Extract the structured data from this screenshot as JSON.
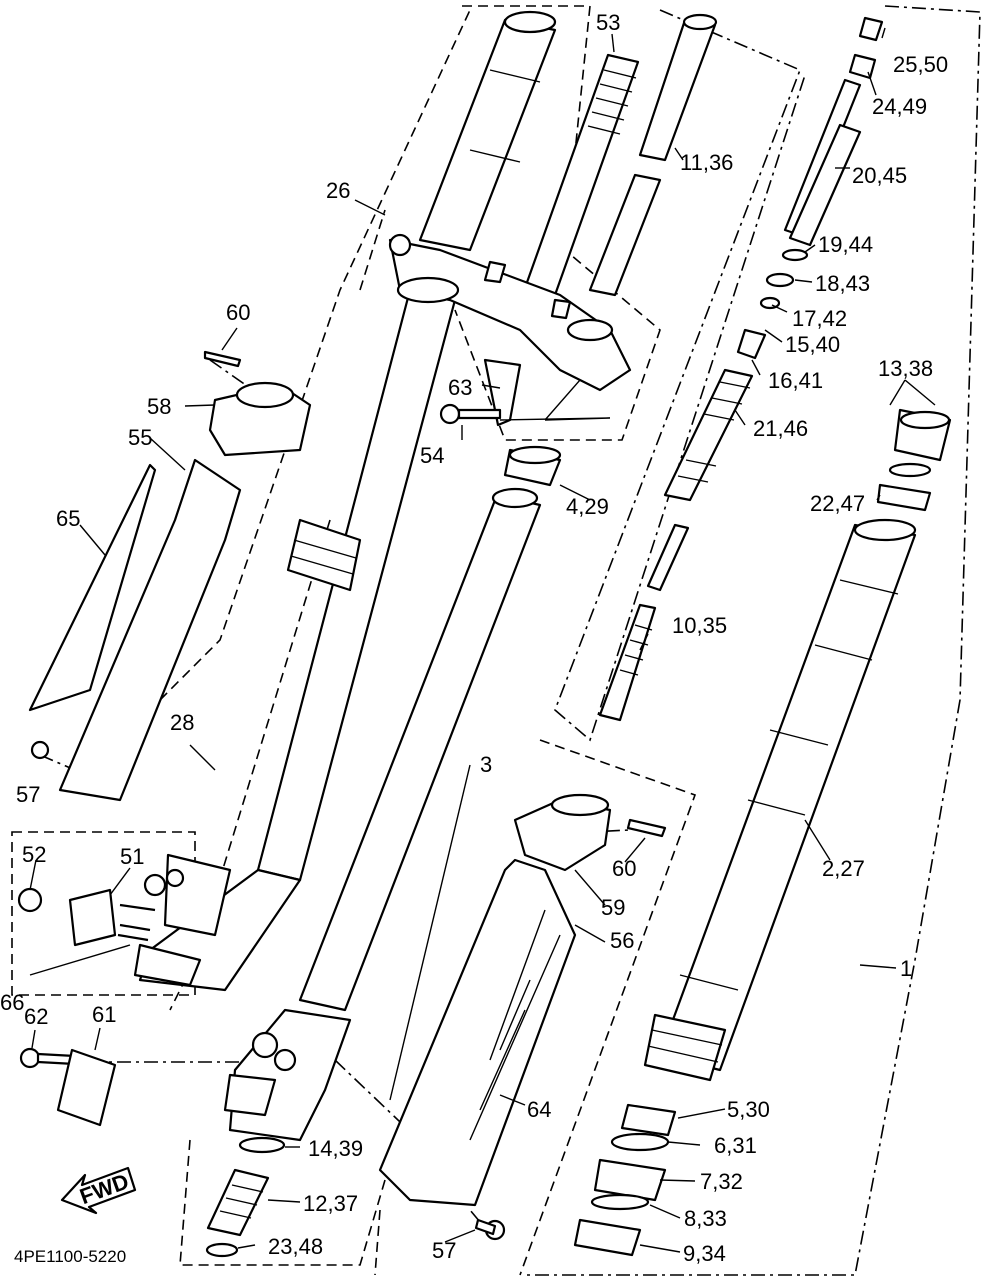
{
  "diagram": {
    "callouts": [
      "1",
      "2,27",
      "3",
      "4,29",
      "5,30",
      "6,31",
      "7,32",
      "8,33",
      "9,34",
      "10,35",
      "11,36",
      "12,37",
      "13,38",
      "14,39",
      "15,40",
      "16,41",
      "17,42",
      "18,43",
      "19,44",
      "20,45",
      "21,46",
      "22,47",
      "23,48",
      "24,49",
      "25,50",
      "26",
      "28",
      "51",
      "52",
      "53",
      "54",
      "55",
      "56",
      "57",
      "57",
      "58",
      "59",
      "60",
      "60",
      "61",
      "62",
      "63",
      "64",
      "65",
      "66"
    ],
    "fwd_label": "FWD",
    "drawing_code": "4PE1100-5220"
  }
}
